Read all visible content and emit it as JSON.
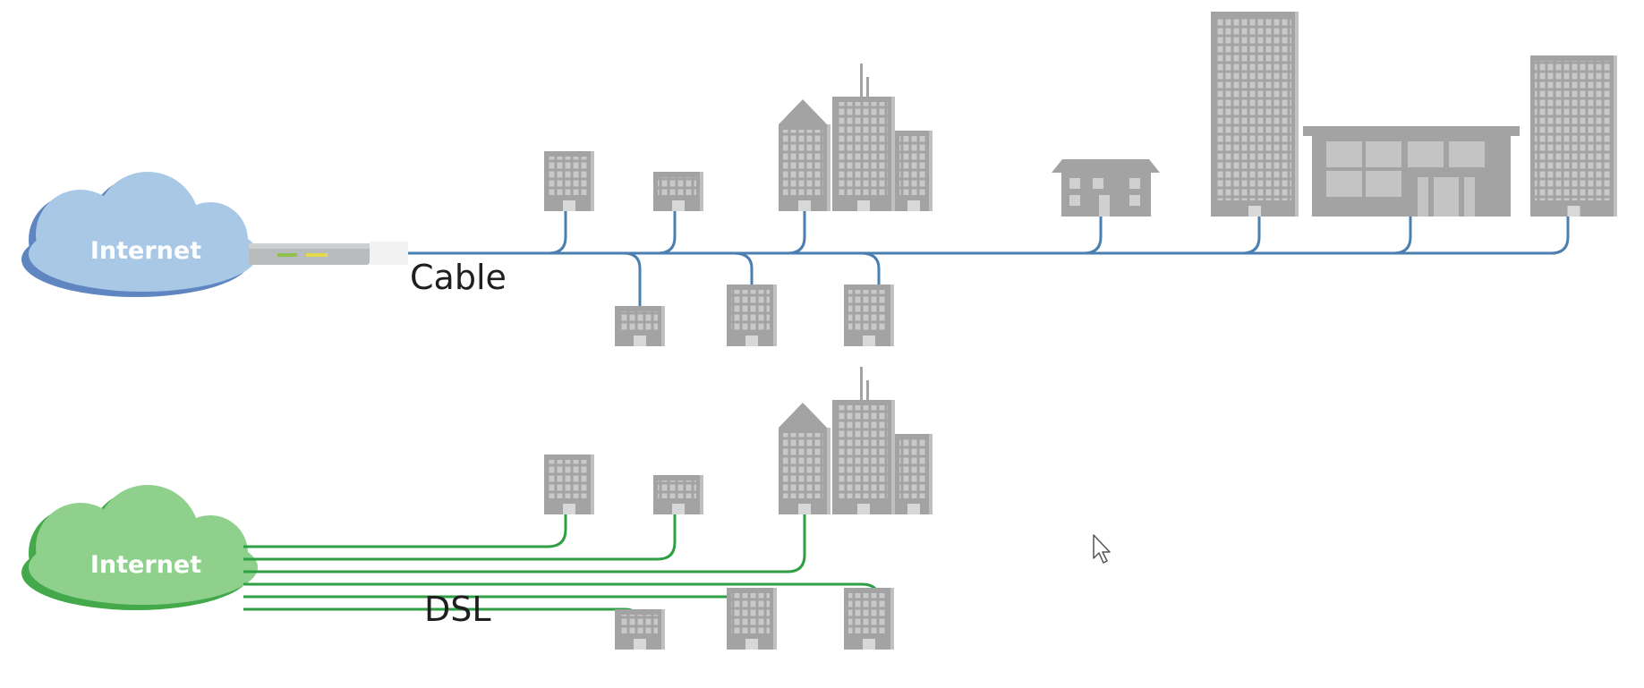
{
  "cable_network": {
    "cloud_label": "Internet",
    "connection_label": "Cable",
    "line_color": "#4a7fb0",
    "cloud_color": "#a9c8e6",
    "cloud_shadow": "#5f86c0"
  },
  "dsl_network": {
    "cloud_label": "Internet",
    "connection_label": "DSL",
    "line_color": "#2ea043",
    "cloud_color": "#8fd08c",
    "cloud_shadow": "#43a94a"
  },
  "building_color": "#a3a3a3",
  "cursor_icon": "mouse-pointer-icon"
}
